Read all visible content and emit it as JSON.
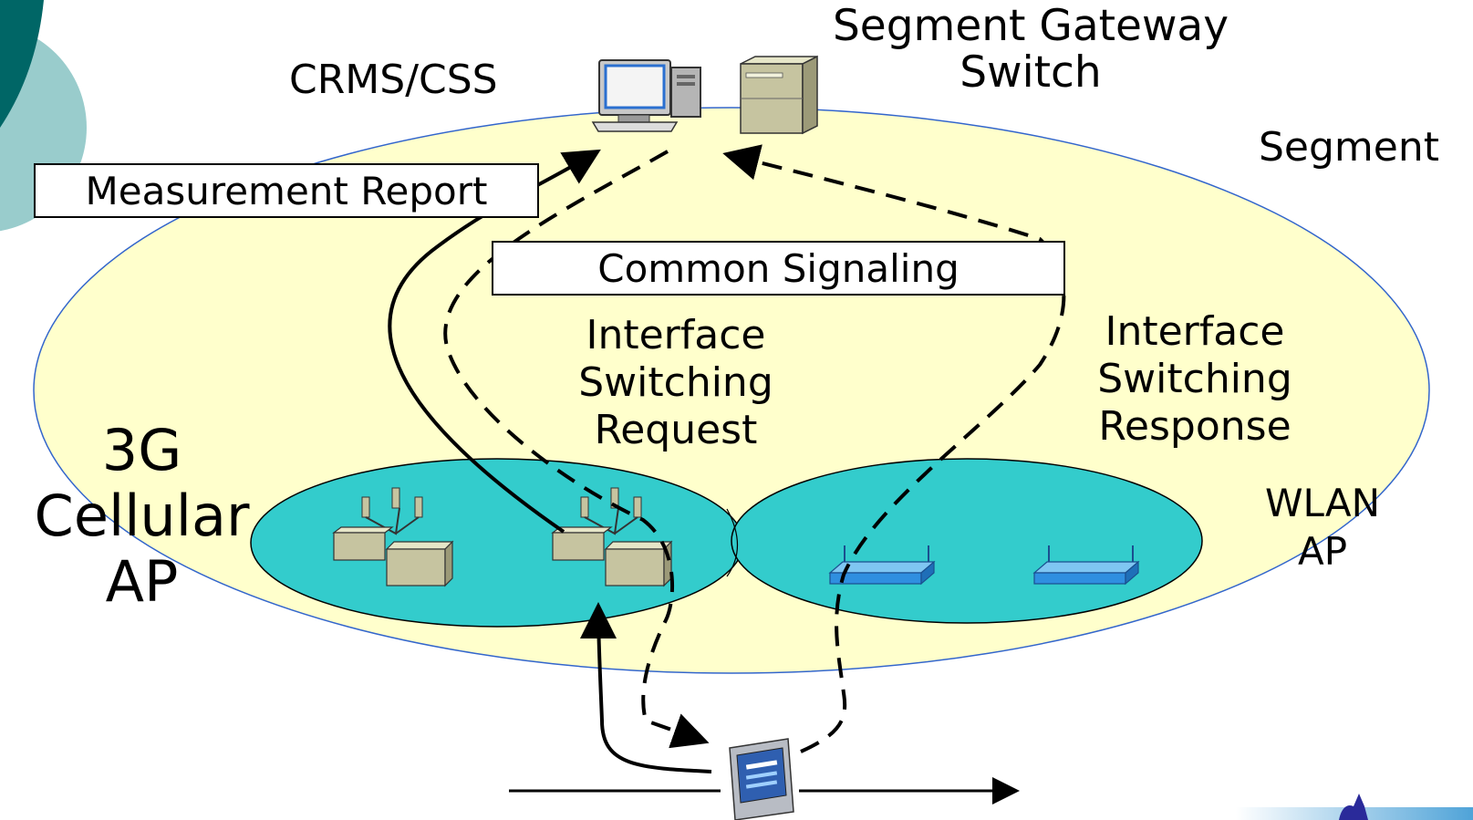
{
  "labels": {
    "crms_css": "CRMS/CSS",
    "gateway_line1": "Segment Gateway",
    "gateway_line2": "Switch",
    "segment": "Segment",
    "measurement_report": "Measurement Report",
    "common_signaling": "Common Signaling",
    "request_line1": "Interface",
    "request_line2": "Switching",
    "request_line3": "Request",
    "response_line1": "Interface",
    "response_line2": "Switching",
    "response_line3": "Response",
    "cellular_line1": "3G",
    "cellular_line2": "Cellular",
    "cellular_line3": "AP",
    "wlan_line1": "WLAN",
    "wlan_line2": "AP"
  },
  "colors": {
    "segment_fill": "#ffffcc",
    "cell_fill": "#33cccc",
    "deco_dark": "#006666",
    "deco_light": "#99cccc",
    "accent_blue": "#3366cc"
  },
  "icons": [
    "computer-icon",
    "server-icon",
    "base-station-icon",
    "wlan-access-point-icon",
    "pda-icon"
  ]
}
